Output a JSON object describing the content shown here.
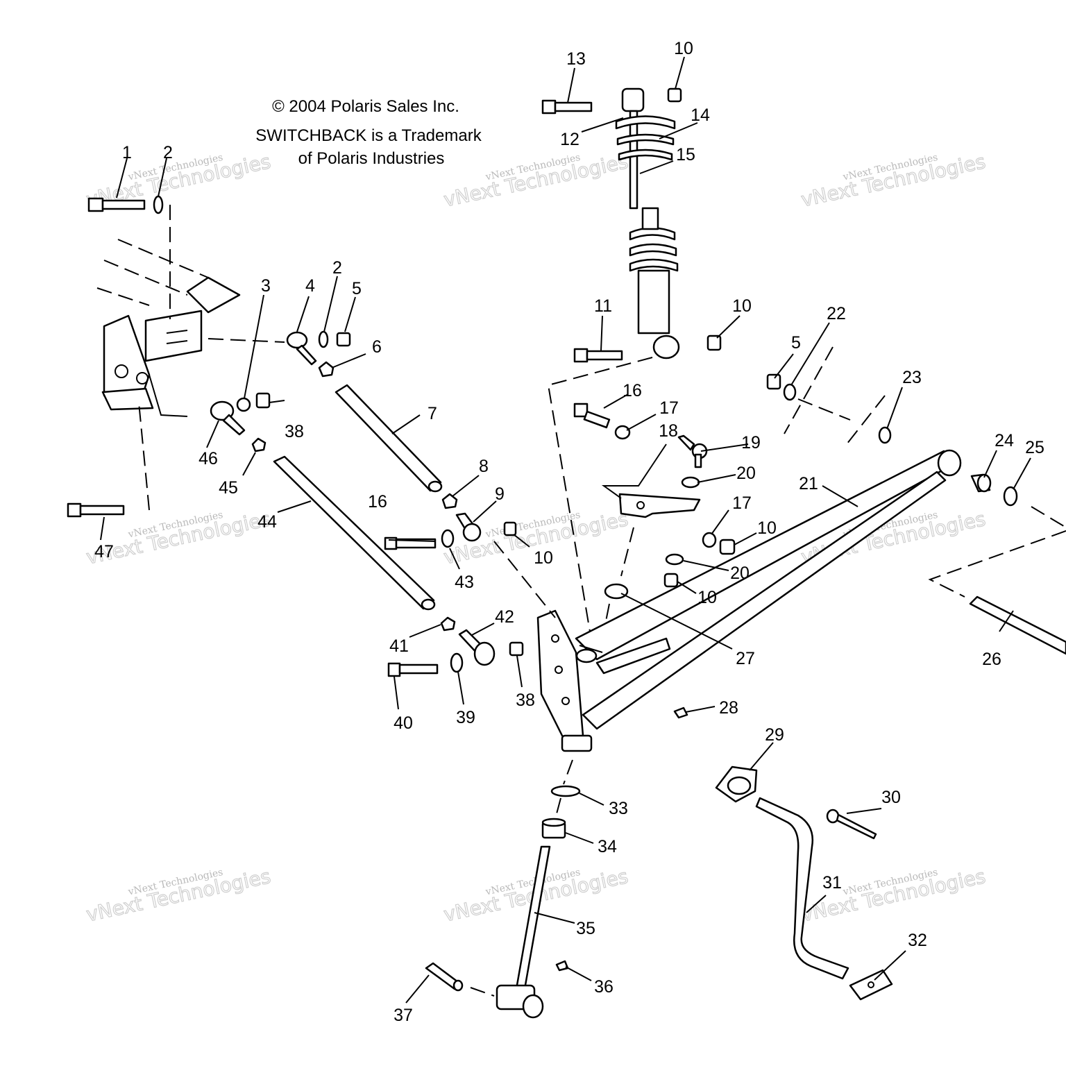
{
  "credits": {
    "copyright": "© 2004 Polaris Sales Inc.",
    "trademark_line1": "SWITCHBACK is a Trademark",
    "trademark_line2": "of Polaris Industries"
  },
  "watermark": {
    "small": "vNext Technologies",
    "big": "vNext Technologies"
  },
  "callouts": {
    "c1": "1",
    "c2a": "2",
    "c2b": "2",
    "c3": "3",
    "c4": "4",
    "c5a": "5",
    "c5b": "5",
    "c6": "6",
    "c7": "7",
    "c8": "8",
    "c9": "9",
    "c10a": "10",
    "c10b": "10",
    "c10c": "10",
    "c10d": "10",
    "c10e": "10",
    "c11": "11",
    "c12": "12",
    "c13": "13",
    "c14": "14",
    "c15": "15",
    "c16a": "16",
    "c16b": "16",
    "c17a": "17",
    "c17b": "17",
    "c18": "18",
    "c19": "19",
    "c20a": "20",
    "c20b": "20",
    "c21": "21",
    "c22": "22",
    "c23": "23",
    "c24": "24",
    "c25": "25",
    "c26": "26",
    "c27": "27",
    "c28": "28",
    "c29": "29",
    "c30": "30",
    "c31": "31",
    "c32": "32",
    "c33": "33",
    "c34": "34",
    "c35": "35",
    "c36": "36",
    "c37": "37",
    "c38a": "38",
    "c38b": "38",
    "c39": "39",
    "c40": "40",
    "c41": "41",
    "c42": "42",
    "c43": "43",
    "c44": "44",
    "c45": "45",
    "c46": "46",
    "c47": "47"
  }
}
